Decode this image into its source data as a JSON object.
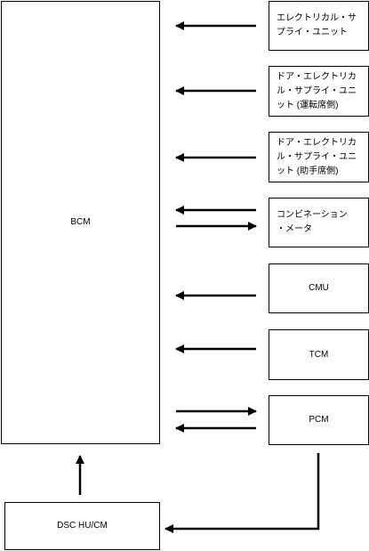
{
  "bcm": {
    "label": "BCM"
  },
  "dsc": {
    "label": "DSC HU/CM"
  },
  "modules": [
    {
      "id": "esu",
      "label": "エレクトリカル・サ\nプライ・ユニット"
    },
    {
      "id": "desu_driver",
      "label": "ドア・エレクトリカ\nル・サプライ・ユニ\nット (運転席側)"
    },
    {
      "id": "desu_passenger",
      "label": "ドア・エレクトリカ\nル・サプライ・ユニ\nット (助手席側)"
    },
    {
      "id": "combination_meter",
      "label": "コンビネーション\n・メータ"
    },
    {
      "id": "cmu",
      "label": "CMU"
    },
    {
      "id": "tcm",
      "label": "TCM"
    },
    {
      "id": "pcm",
      "label": "PCM"
    }
  ]
}
